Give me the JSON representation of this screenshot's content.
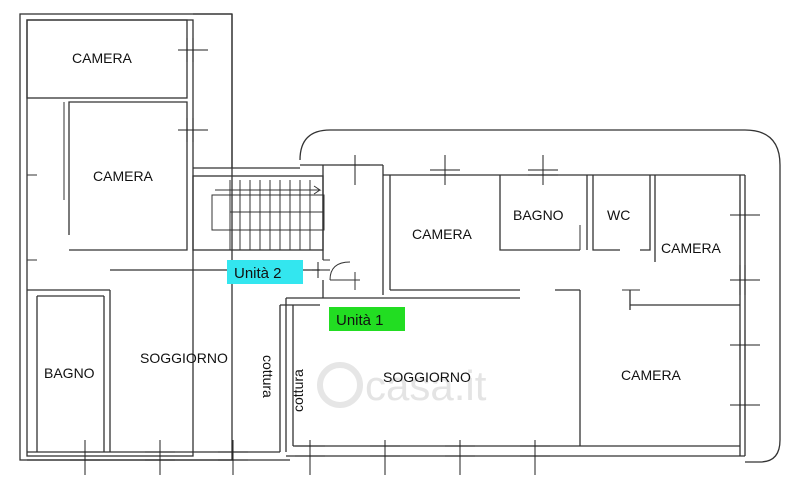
{
  "rooms": {
    "camera_top_left": "CAMERA",
    "camera_mid_left": "CAMERA",
    "bagno_left": "BAGNO",
    "soggiorno_left": "SOGGIORNO",
    "cottura_left": "cottura",
    "cottura_right": "cottura",
    "soggiorno_right": "SOGGIORNO",
    "camera_center": "CAMERA",
    "bagno_right": "BAGNO",
    "wc": "WC",
    "camera_right_top": "CAMERA",
    "camera_right_bottom": "CAMERA"
  },
  "units": {
    "unit2": {
      "label": "Unità 2",
      "color": "#33e6ef"
    },
    "unit1": {
      "label": "Unità 1",
      "color": "#22dd22"
    }
  },
  "watermark": "casa.it",
  "colors": {
    "wall": "#333333",
    "background": "#ffffff"
  }
}
